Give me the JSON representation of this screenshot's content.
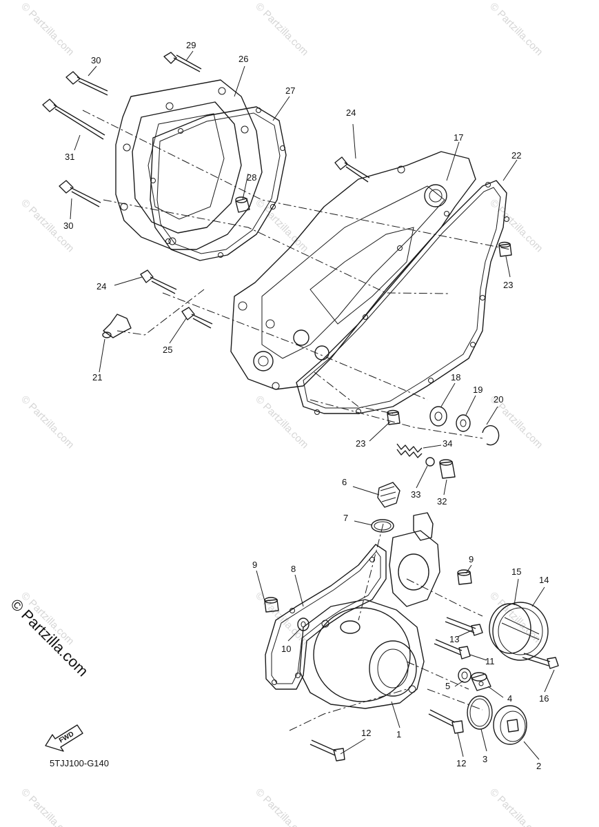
{
  "watermark": {
    "text": "© Partzilla.com",
    "color": "#d6d6d6"
  },
  "side_credit": "© Partzilla.com",
  "diagram_code": "5TJJ100-G140",
  "fwd_label": "FWD",
  "callouts": [
    "1",
    "2",
    "3",
    "4",
    "5",
    "6",
    "7",
    "8",
    "9",
    "9",
    "10",
    "11",
    "12",
    "12",
    "13",
    "14",
    "15",
    "16",
    "17",
    "18",
    "19",
    "20",
    "21",
    "22",
    "23",
    "23",
    "24",
    "24",
    "25",
    "26",
    "27",
    "28",
    "29",
    "30",
    "30",
    "31",
    "32",
    "33",
    "34"
  ]
}
